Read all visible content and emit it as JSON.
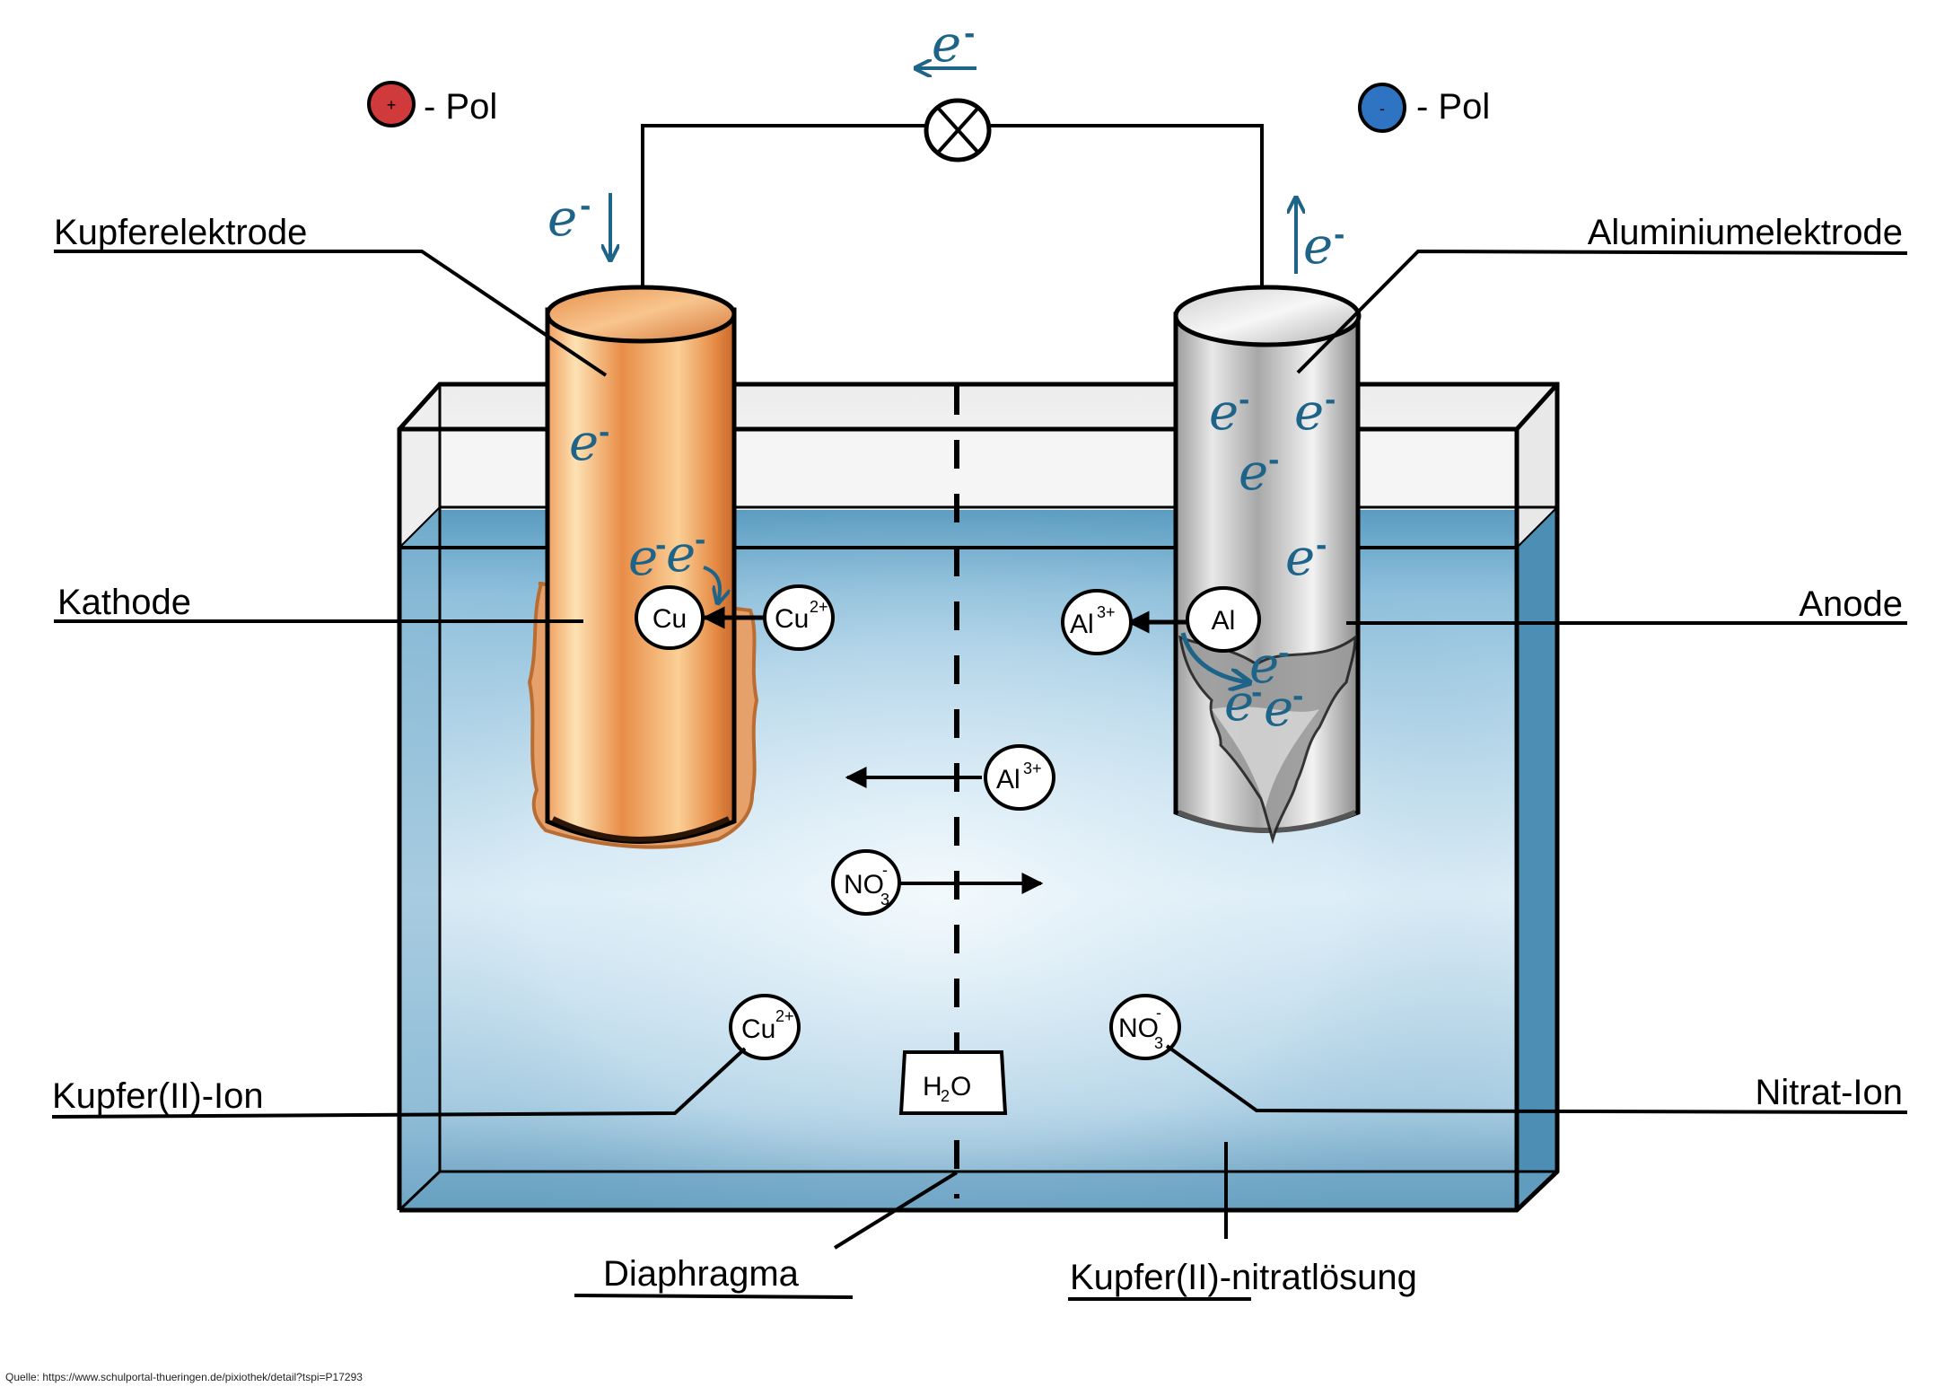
{
  "poles": {
    "positive": {
      "symbol": "+",
      "label": "- Pol",
      "color": "#d03a3a"
    },
    "negative": {
      "symbol": "-",
      "label": "- Pol",
      "color": "#2f74c2"
    }
  },
  "electron": {
    "symbol": "e",
    "charge": "-",
    "color": "#1e6489"
  },
  "labels": {
    "copper_electrode": "Kupferelektrode",
    "aluminium_electrode": "Aluminiumelektrode",
    "cathode": "Kathode",
    "anode": "Anode",
    "copper_ion": "Kupfer(II)-Ion",
    "nitrate_ion": "Nitrat-Ion",
    "diaphragm": "Diaphragma",
    "solution": "Kupfer(II)-nitratlösung"
  },
  "ions": {
    "cu_atom": {
      "base": "Cu",
      "charge": ""
    },
    "cu_ion_reacting": {
      "base": "Cu",
      "charge": "2+"
    },
    "al_ion_formed": {
      "base": "Al",
      "charge": "3+"
    },
    "al_atom": {
      "base": "Al",
      "charge": ""
    },
    "al_ion_migrating": {
      "base": "Al",
      "charge": "3+"
    },
    "nitrate_migrating": {
      "base": "NO",
      "sub": "3",
      "charge": "-"
    },
    "cu_ion_labeled": {
      "base": "Cu",
      "charge": "2+"
    },
    "nitrate_labeled": {
      "base": "NO",
      "sub": "3",
      "charge": "-"
    },
    "water": {
      "base": "H",
      "sub": "2",
      "tail": "O"
    }
  },
  "colors": {
    "solution_dark": "#4f8fb3",
    "solution_light": "#e6f3fa",
    "copper": "#e98a45",
    "copper_light": "#fbd9a5",
    "aluminium": "#b5b5b5",
    "aluminium_light": "#f0f0f0"
  },
  "source": "Quelle: https://www.schulportal-thueringen.de/pixiothek/detail?tspi=P17293"
}
